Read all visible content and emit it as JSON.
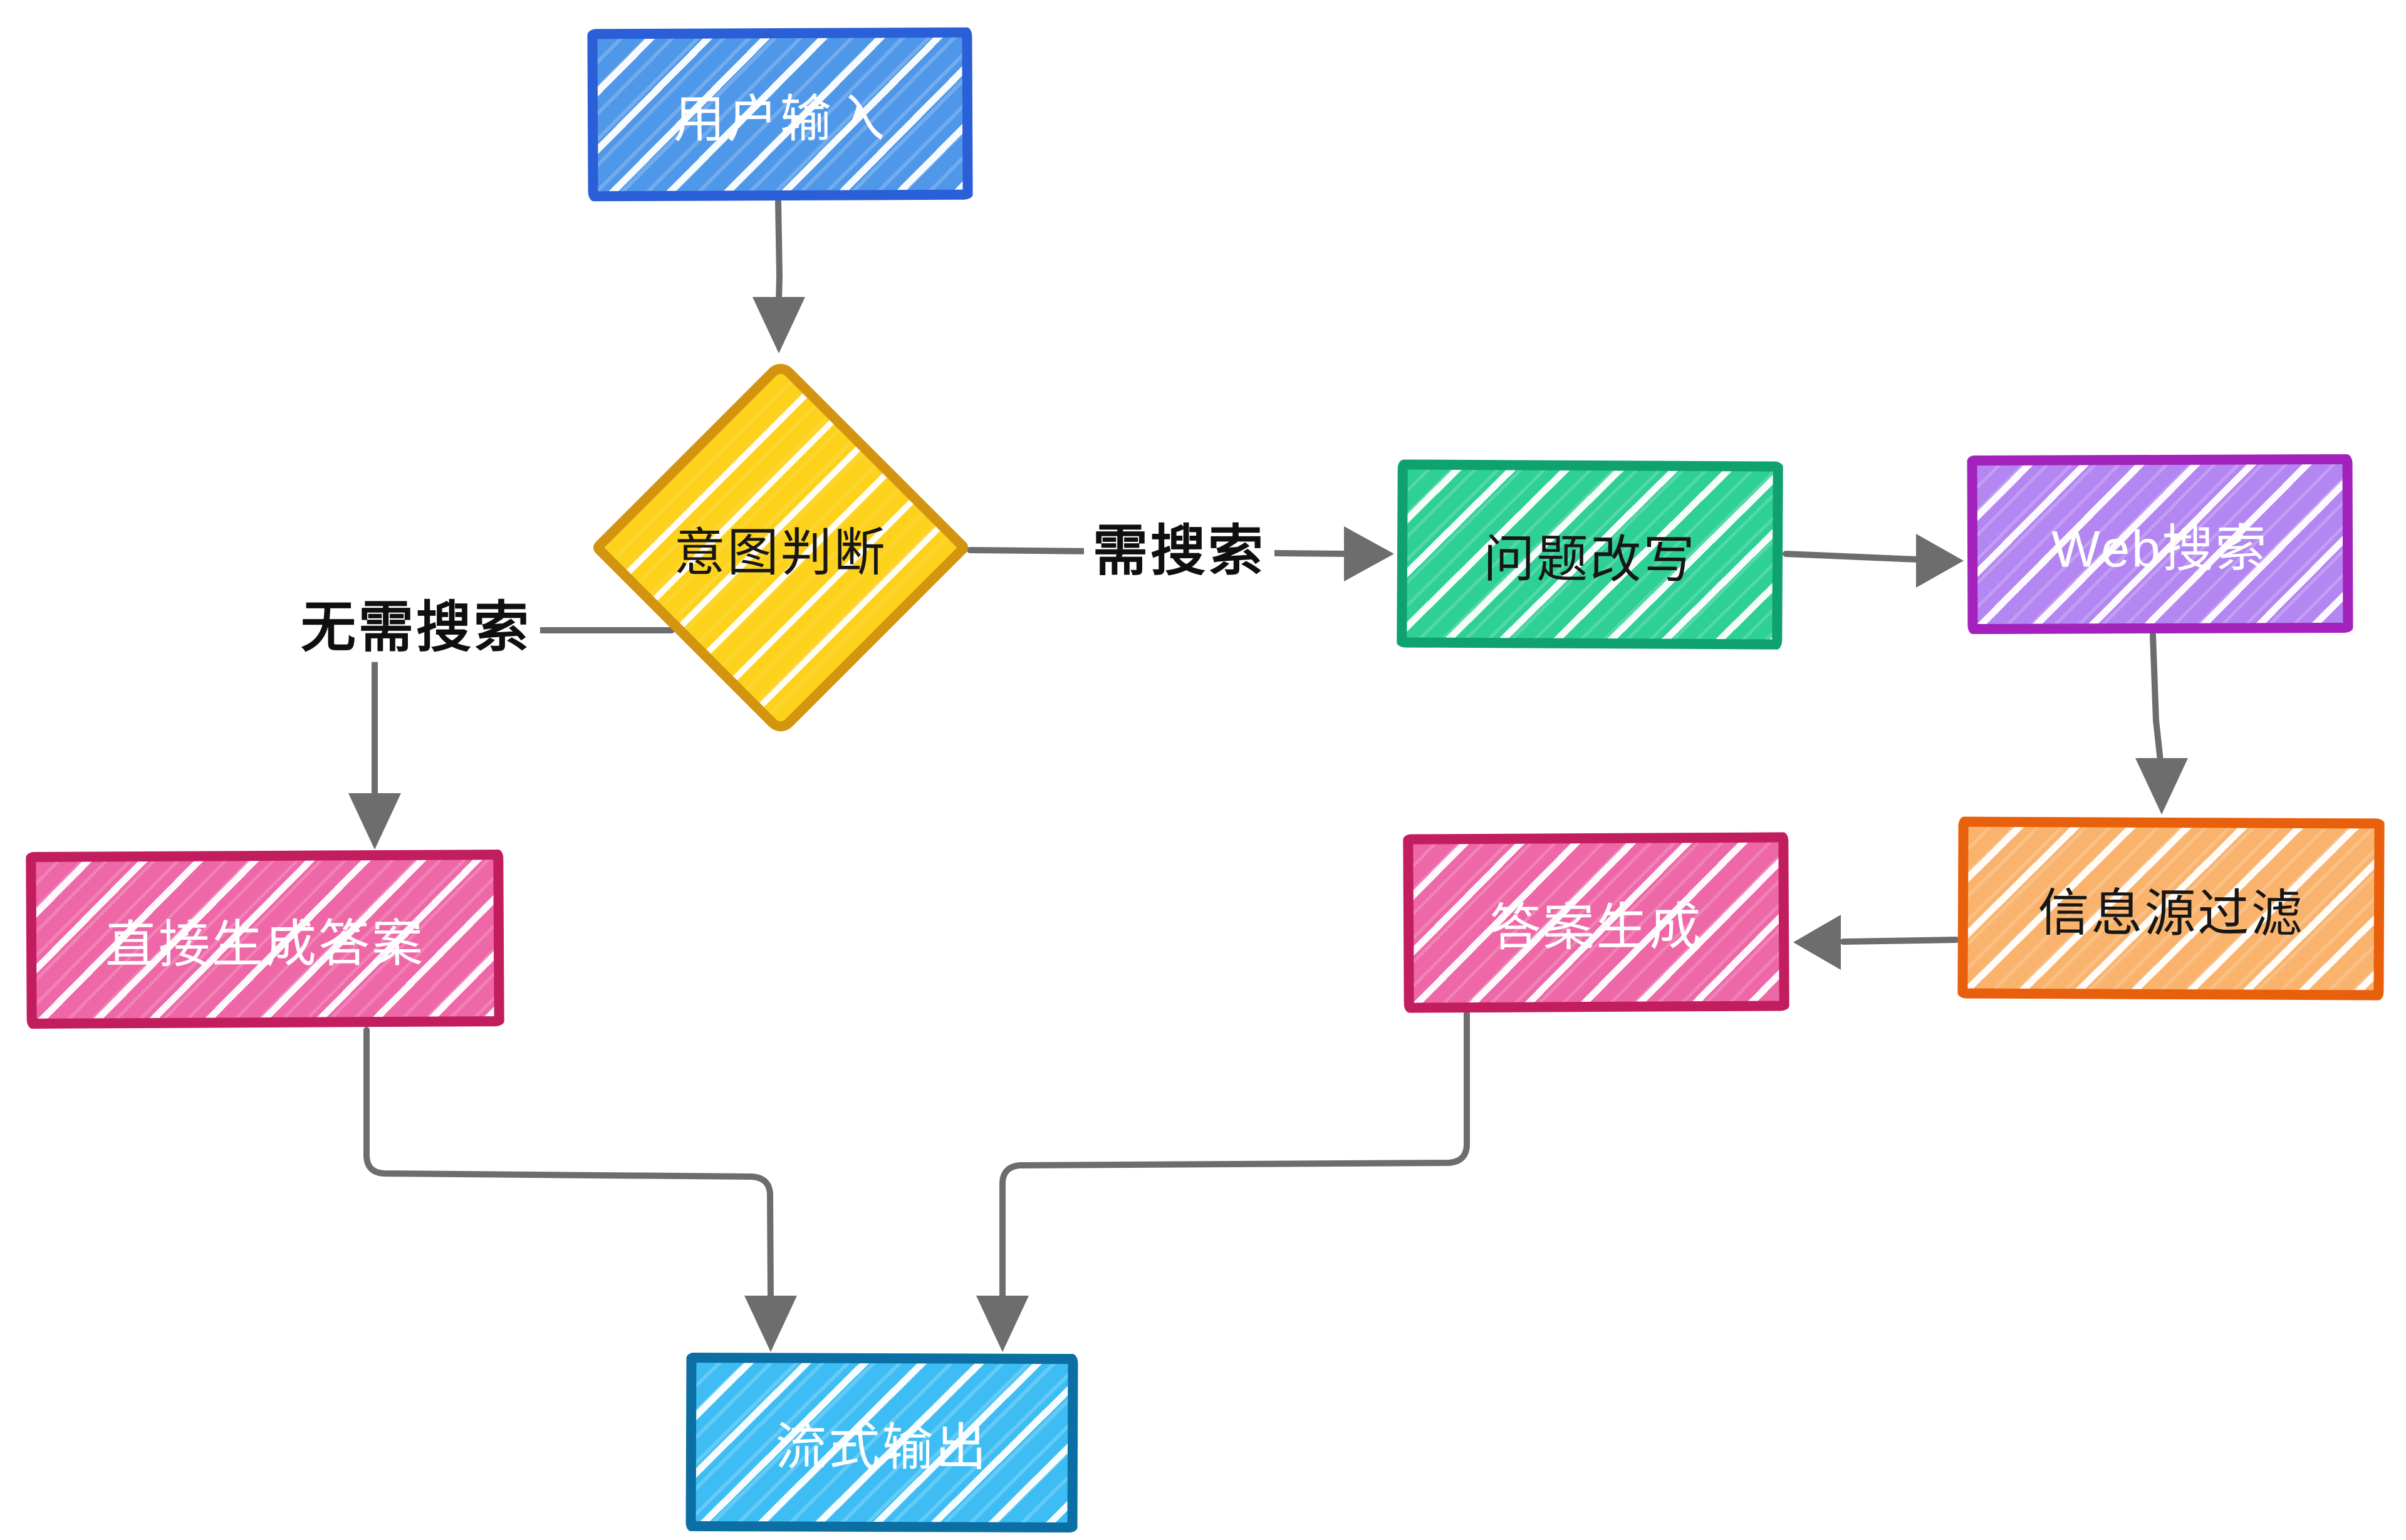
{
  "diagram": {
    "type": "flowchart",
    "background": "#ffffff",
    "edge_color": "#6d6d6d",
    "nodes": [
      {
        "id": "user-input",
        "label": "用户输入",
        "shape": "rectangle",
        "fill": "#4f97e9",
        "border": "#2a5fd7",
        "text_color": "#ffffff"
      },
      {
        "id": "intent-judgment",
        "label": "意图判断",
        "shape": "diamond",
        "fill": "#fcd21c",
        "border": "#d39410",
        "text_color": "#161616"
      },
      {
        "id": "question-rewrite",
        "label": "问题改写",
        "shape": "rectangle",
        "fill": "#2ed096",
        "border": "#0fa26e",
        "text_color": "#161616"
      },
      {
        "id": "web-search",
        "label": "Web搜索",
        "shape": "rectangle",
        "fill": "#b386f1",
        "border": "#a322bb",
        "text_color": "#ffffff"
      },
      {
        "id": "source-filter",
        "label": "信息源过滤",
        "shape": "rectangle",
        "fill": "#f9b36c",
        "border": "#e85f0c",
        "text_color": "#161616"
      },
      {
        "id": "answer-generation",
        "label": "答案生成",
        "shape": "rectangle",
        "fill": "#ee67a6",
        "border": "#c21d5f",
        "text_color": "#ffffff"
      },
      {
        "id": "direct-answer",
        "label": "直接生成答案",
        "shape": "rectangle",
        "fill": "#ee67a6",
        "border": "#c21d5f",
        "text_color": "#ffffff"
      },
      {
        "id": "stream-output",
        "label": "流式输出",
        "shape": "rectangle",
        "fill": "#3dbdf4",
        "border": "#0b6fa3",
        "text_color": "#ffffff"
      }
    ],
    "edges": [
      {
        "from": "user-input",
        "to": "intent-judgment",
        "label": ""
      },
      {
        "from": "intent-judgment",
        "to": "question-rewrite",
        "label": "需搜索"
      },
      {
        "from": "question-rewrite",
        "to": "web-search",
        "label": ""
      },
      {
        "from": "web-search",
        "to": "source-filter",
        "label": ""
      },
      {
        "from": "source-filter",
        "to": "answer-generation",
        "label": ""
      },
      {
        "from": "intent-judgment",
        "to": "direct-answer",
        "label": "无需搜索"
      },
      {
        "from": "direct-answer",
        "to": "stream-output",
        "label": ""
      },
      {
        "from": "answer-generation",
        "to": "stream-output",
        "label": ""
      }
    ]
  }
}
